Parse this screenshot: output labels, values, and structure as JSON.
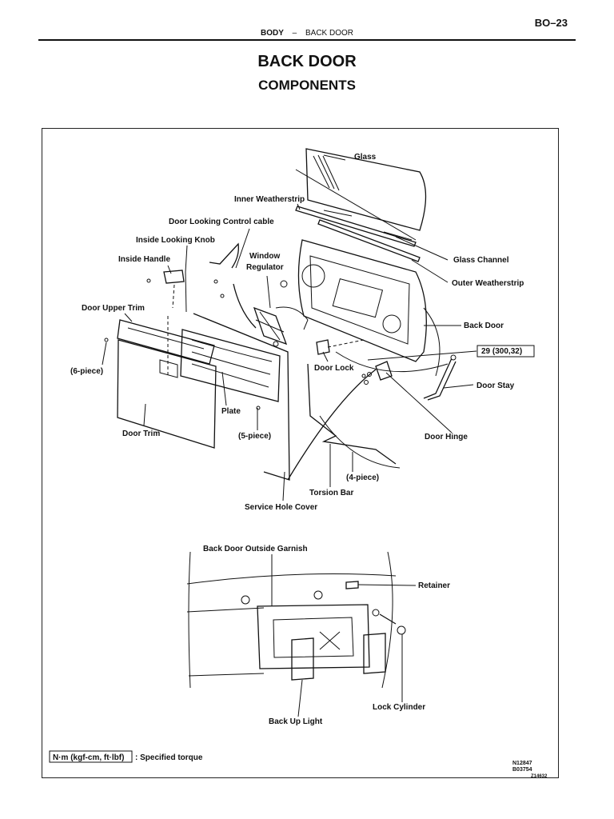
{
  "header": {
    "page_number": "BO–23",
    "section": "BODY",
    "separator": "–",
    "subsection": "BACK DOOR"
  },
  "title": "BACK DOOR",
  "subtitle": "COMPONENTS",
  "labels": {
    "glass": "Glass",
    "inner_weatherstrip": "Inner Weatherstrip",
    "door_locking_control_cable": "Door Looking Control cable",
    "inside_locking_knob": "Inside Looking Knob",
    "inside_handle": "Inside Handle",
    "window_regulator_1": "Window",
    "window_regulator_2": "Regulator",
    "door_upper_trim": "Door Upper Trim",
    "six_piece": "(6-piece)",
    "glass_channel": "Glass Channel",
    "outer_weatherstrip": "Outer Weatherstrip",
    "back_door": "Back Door",
    "torque_value": "29 (300,32)",
    "door_lock": "Door Lock",
    "door_stay": "Door Stay",
    "plate": "Plate",
    "door_trim": "Door Trim",
    "five_piece": "(5-piece)",
    "door_hinge": "Door Hinge",
    "four_piece": "(4-piece)",
    "torsion_bar": "Torsion Bar",
    "service_hole_cover": "Service Hole Cover",
    "outside_garnish": "Back Door Outside Garnish",
    "retainer": "Retainer",
    "lock_cylinder": "Lock Cylinder",
    "back_up_light": "Back Up Light"
  },
  "legend": {
    "unit_box": "N·m (kgf-cm, ft·lbf)",
    "unit_text": ": Specified torque"
  },
  "codes": {
    "code1": "N12847",
    "code2": "B03754",
    "code3": "Z14632"
  }
}
